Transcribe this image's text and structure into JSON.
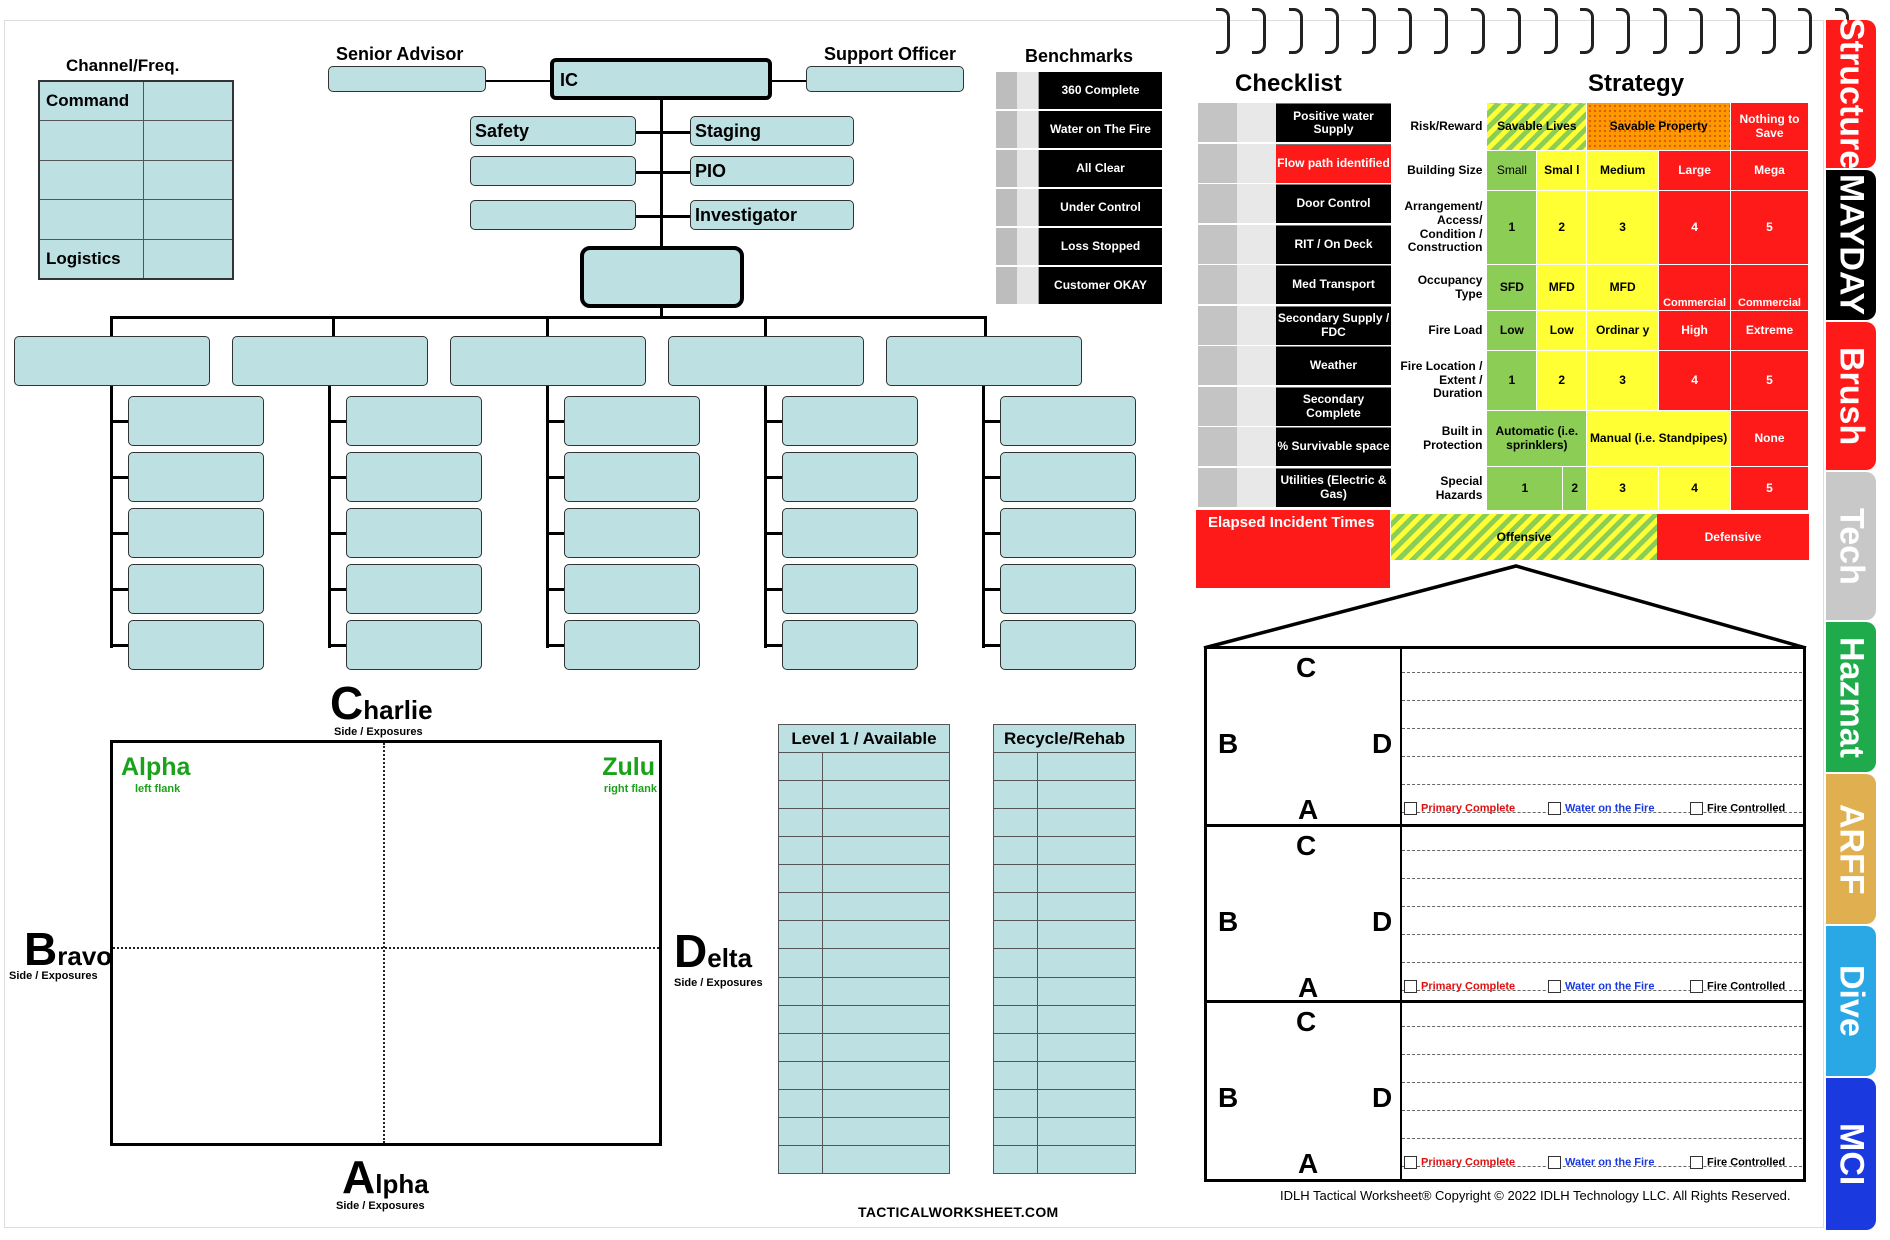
{
  "channel": {
    "title": "Channel/Freq.",
    "rows": [
      {
        "label": "Command",
        "value": ""
      },
      {
        "label": "",
        "value": ""
      },
      {
        "label": "",
        "value": ""
      },
      {
        "label": "",
        "value": ""
      },
      {
        "label": "Logistics",
        "value": ""
      }
    ]
  },
  "org": {
    "senior_advisor": "Senior Advisor",
    "support_officer": "Support Officer",
    "ic": "IC",
    "left_boxes": [
      "Safety",
      "",
      ""
    ],
    "right_boxes": [
      "Staging",
      "PIO",
      "Investigator"
    ]
  },
  "benchmarks": {
    "title": "Benchmarks",
    "items": [
      "360 Complete",
      "Water on The Fire",
      "All Clear",
      "Under Control",
      "Loss Stopped",
      "Customer OKAY"
    ]
  },
  "checklist": {
    "title": "Checklist",
    "items": [
      {
        "label": "Positive water Supply",
        "red": false
      },
      {
        "label": "Flow path identified",
        "red": true
      },
      {
        "label": "Door Control",
        "red": false
      },
      {
        "label": "RIT / On Deck",
        "red": false
      },
      {
        "label": "Med Transport",
        "red": false
      },
      {
        "label": "Secondary Supply / FDC",
        "red": false
      },
      {
        "label": "Weather",
        "red": false
      },
      {
        "label": "Secondary Complete",
        "red": false
      },
      {
        "label": "% Survivable space",
        "red": false
      },
      {
        "label": "Utilities (Electric & Gas)",
        "red": false
      }
    ],
    "elapsed": "Elapsed Incident Times"
  },
  "strategy": {
    "title": "Strategy",
    "rows": {
      "risk": {
        "label": "Risk/Reward",
        "savable_lives": "Savable Lives",
        "savable_property": "Savable Property",
        "nothing": "Nothing to Save"
      },
      "size": {
        "label": "Building Size",
        "cells": [
          "Small",
          "Smal l",
          "Medium",
          "Large",
          "Mega"
        ]
      },
      "arrangement": {
        "label": "Arrangement/ Access/ Condition / Construction",
        "cells": [
          "1",
          "2",
          "3",
          "4",
          "5"
        ]
      },
      "occupancy": {
        "label": "Occupancy Type",
        "cells": [
          "SFD",
          "MFD",
          "MFD",
          "Commercial",
          "Commercial"
        ]
      },
      "fireload": {
        "label": "Fire Load",
        "cells": [
          "Low",
          "Low",
          "Ordinar y",
          "High",
          "Extreme"
        ]
      },
      "location": {
        "label": "Fire Location / Extent / Duration",
        "cells": [
          "1",
          "2",
          "3",
          "4",
          "5"
        ]
      },
      "builtin": {
        "label": "Built in Protection",
        "automatic": "Automatic (i.e. sprinklers)",
        "manual": "Manual (i.e. Standpipes)",
        "none": "None"
      },
      "hazards": {
        "label": "Special Hazards",
        "cells": [
          "1",
          "2",
          "3",
          "4",
          "5"
        ]
      }
    },
    "offensive": "Offensive",
    "defensive": "Defensive"
  },
  "directions": {
    "charlie": {
      "cap": "C",
      "rest": "harlie"
    },
    "bravo": {
      "cap": "B",
      "rest": "ravo"
    },
    "delta": {
      "cap": "D",
      "rest": "elta"
    },
    "alpha": {
      "cap": "A",
      "rest": "lpha"
    },
    "side_label": "Side / Exposures",
    "alpha_flank": "Alpha",
    "left_flank": "left flank",
    "zulu": "Zulu",
    "right_flank": "right flank"
  },
  "level1": {
    "title": "Level 1 / Available"
  },
  "rehab": {
    "title": "Recycle/Rehab"
  },
  "floors": {
    "letters": {
      "c": "C",
      "b": "B",
      "d": "D",
      "a": "A"
    },
    "primary": "Primary Complete",
    "water": "Water on the Fire",
    "controlled": "Fire Controlled"
  },
  "tabs": [
    "Structure",
    "MAYDAY",
    "Brush",
    "Tech",
    "Hazmat",
    "ARFF",
    "Dive",
    "MCI"
  ],
  "colors": {
    "tabs": [
      "#ff1a1a",
      "#000000",
      "#ff1a1a",
      "#c8c8c8",
      "#1faa4b",
      "#e0b050",
      "#2aa8e6",
      "#1a3adf"
    ],
    "field": "#bde0e2"
  },
  "footer": {
    "website": "TACTICALWORKSHEET.COM",
    "copyright": "IDLH Tactical Worksheet®  Copyright © 2022 IDLH Technology LLC. All Rights Reserved."
  }
}
